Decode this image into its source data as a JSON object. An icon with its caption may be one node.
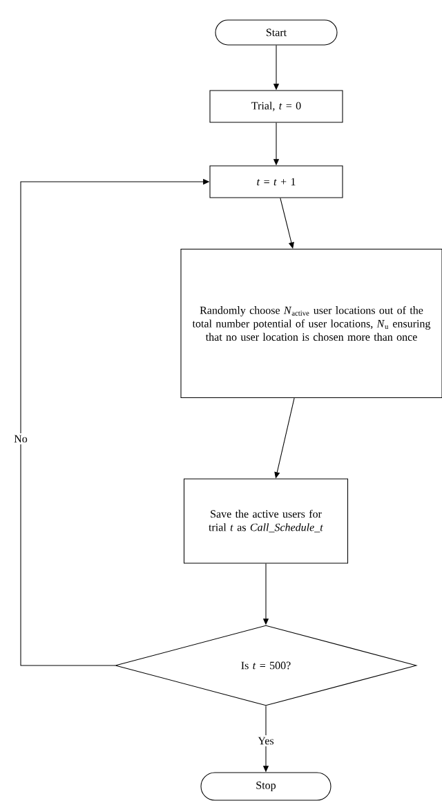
{
  "diagram": {
    "nodes": [
      {
        "text": [
          "Start"
        ]
      },
      {
        "text": [
          "Trial, *t* = 0"
        ]
      },
      {
        "text": [
          "*t* = *t* + 1"
        ]
      },
      {
        "text": [
          "Randomly choose *N*$_{active}$ user locations out of the total number potential of user locations, *N*$_{u}$ ensuring that no user location is chosen more than once"
        ]
      },
      {
        "text": [
          "Save the active users for trial *t* as *Call_Schedule_t*"
        ]
      },
      {
        "text": [
          "Is  *t* = 500?"
        ]
      },
      {
        "text": [
          "Stop"
        ]
      }
    ],
    "edges": [
      {
        "from": 0,
        "to": 1,
        "arrow": "to"
      },
      {
        "from": 1,
        "to": 2,
        "arrow": "to"
      },
      {
        "from": 2,
        "to": 3,
        "arrow": "to"
      },
      {
        "from": 3,
        "to": 4,
        "arrow": "to"
      },
      {
        "from": 4,
        "to": 5,
        "arrow": "to"
      },
      {
        "from": 5,
        "to": 6,
        "arrow": "to",
        "label": "Yes"
      },
      {
        "from": 5,
        "to": 2,
        "arrow": "to",
        "label": "No"
      }
    ]
  }
}
